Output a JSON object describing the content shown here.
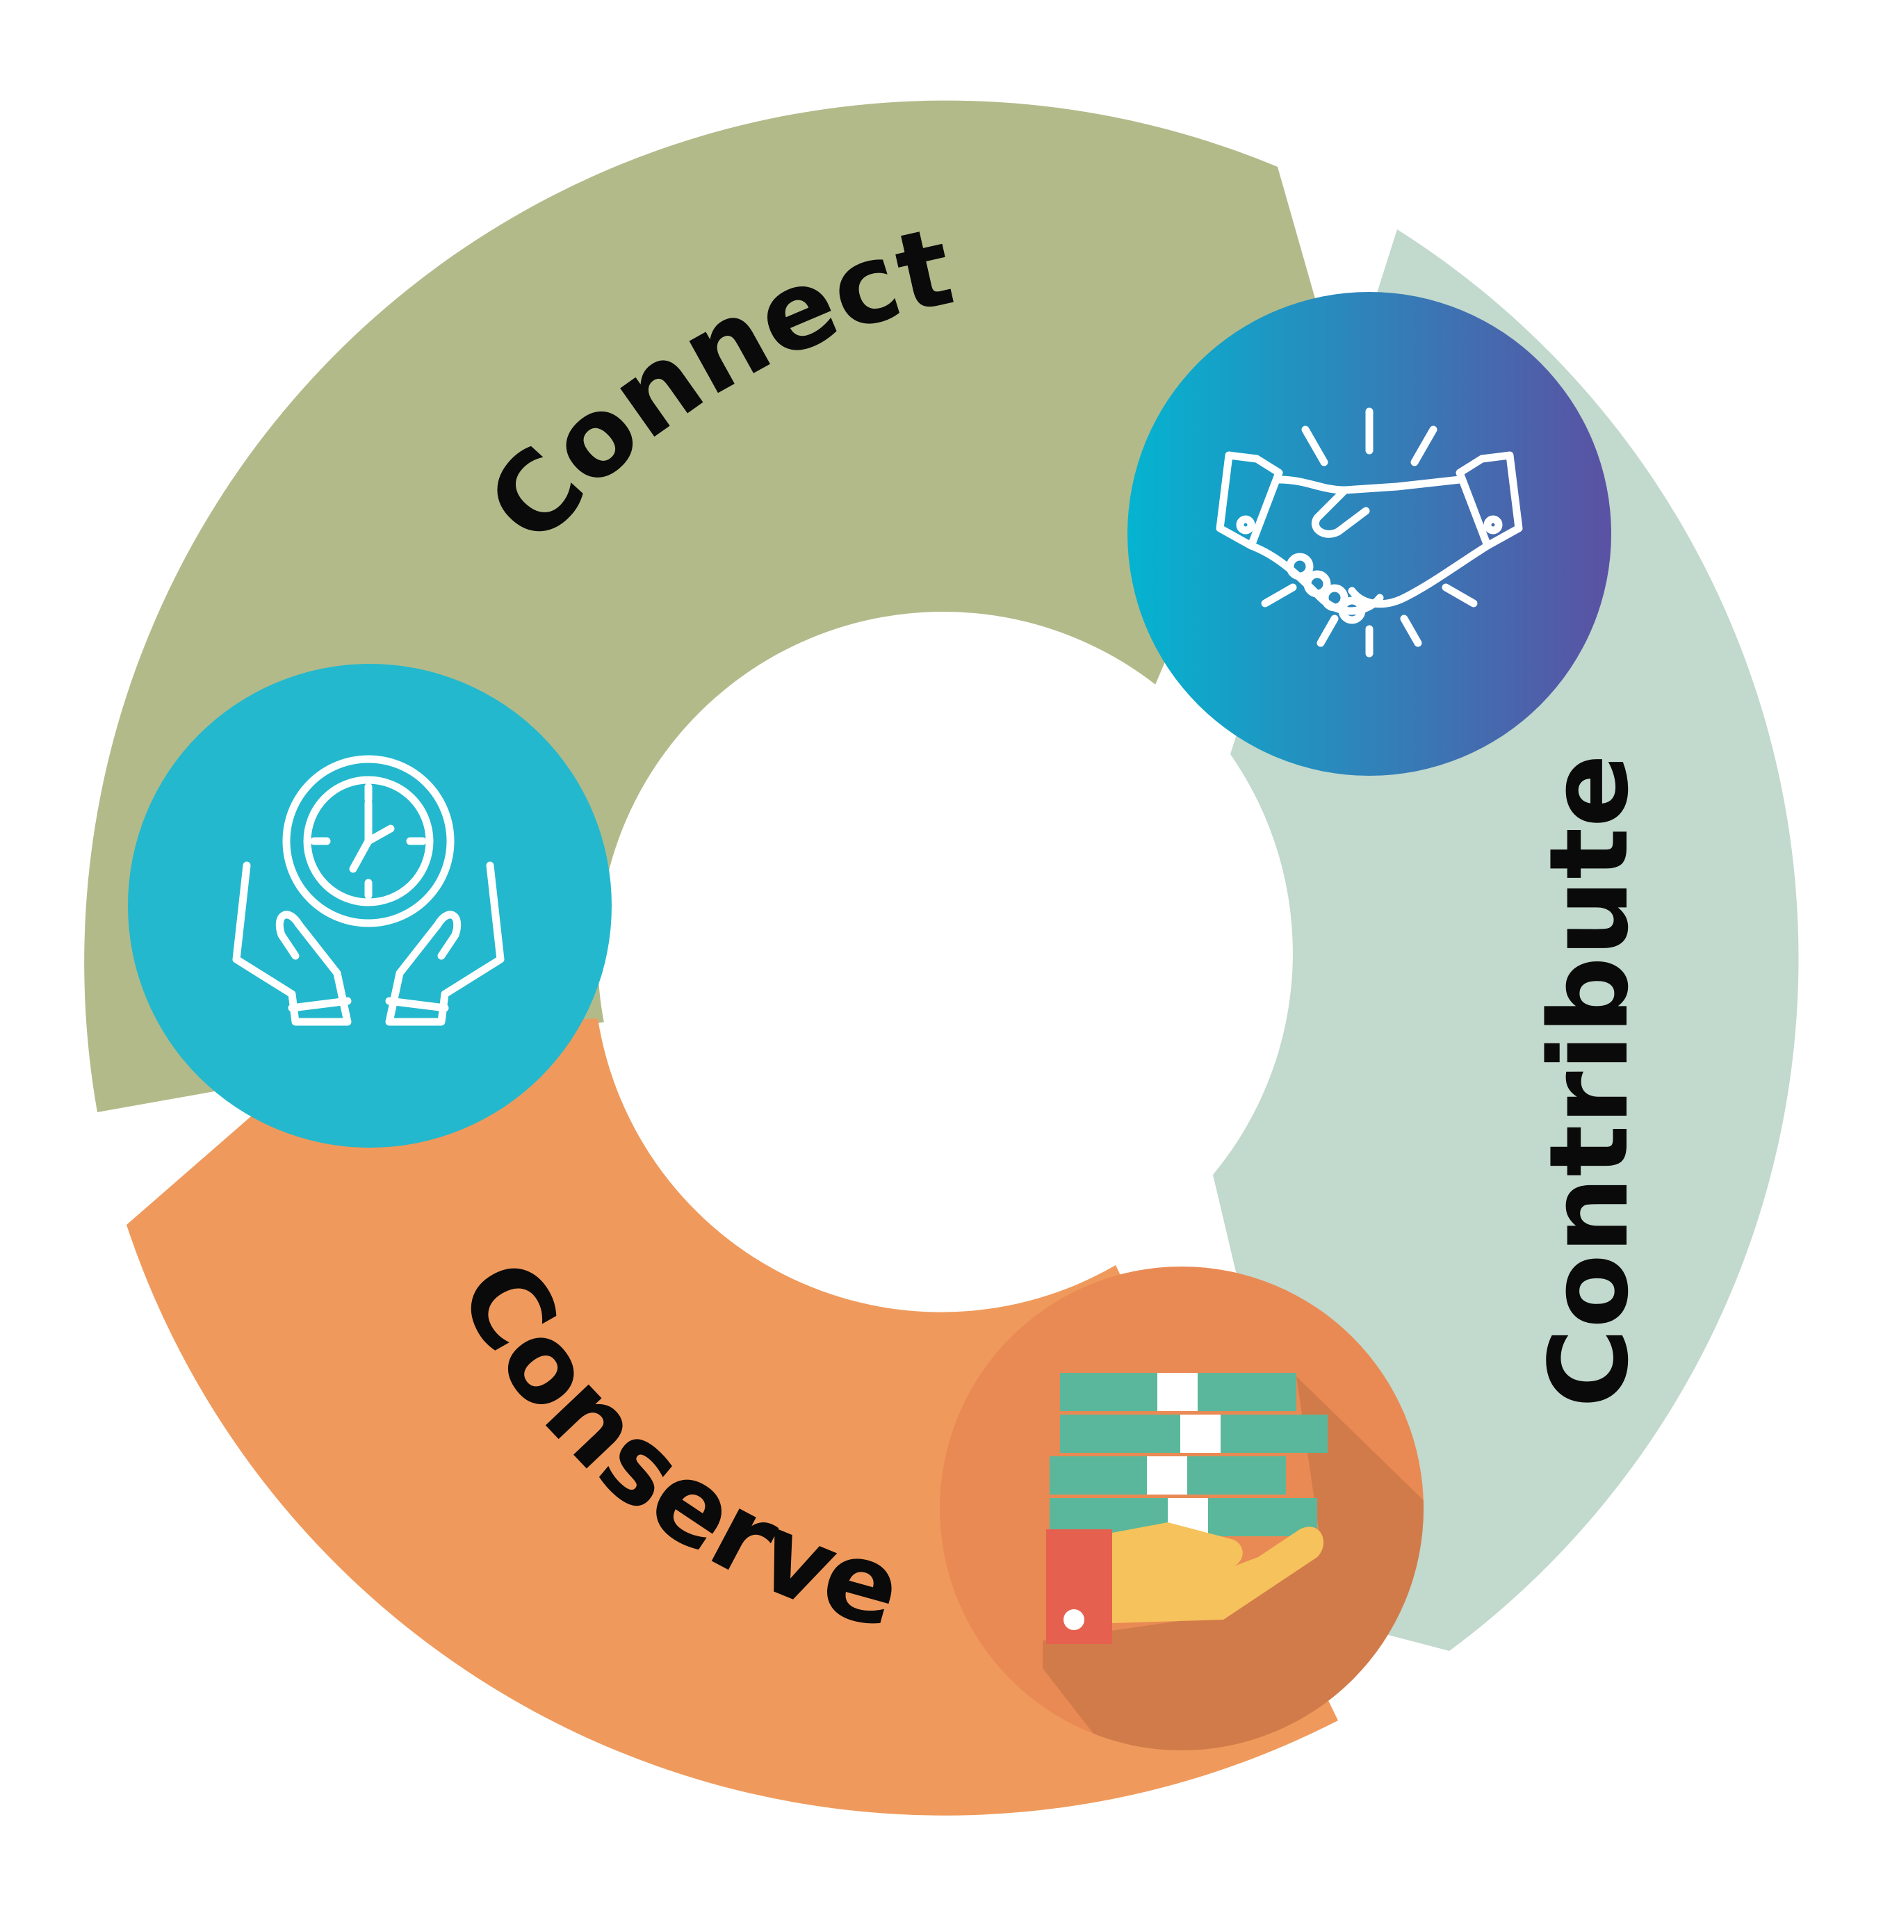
{
  "segments": [
    {
      "id": "connect",
      "label": "Connect",
      "color": "#b3ba8a",
      "icon": "handshake-icon"
    },
    {
      "id": "contribute",
      "label": "Contribute",
      "color": "#c2d9cd",
      "icon": "money-in-hand-icon"
    },
    {
      "id": "conserve",
      "label": "Conserve",
      "color": "#ef9a5c",
      "icon": "time-in-hands-icon"
    }
  ],
  "colors": {
    "handshake_gradient_start": "#04b4d0",
    "handshake_gradient_end": "#5b51a3",
    "time_circle": "#23b8cd",
    "money_circle": "#e98a54",
    "money_shadow": "#d27b4a",
    "bill_green": "#5bb79b",
    "hand_yellow": "#f6c25b",
    "cuff_red": "#e5604e"
  }
}
